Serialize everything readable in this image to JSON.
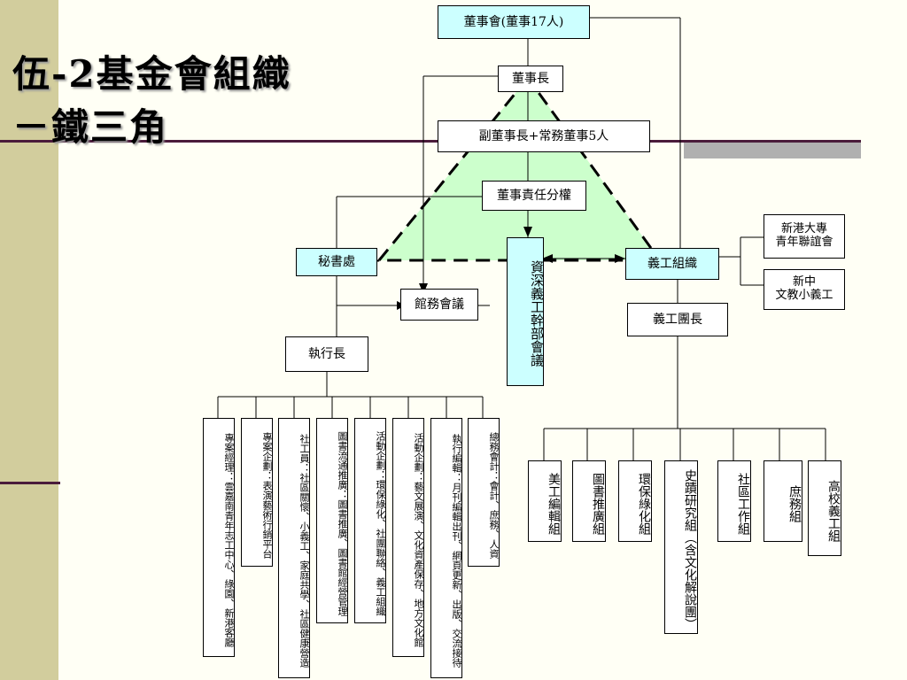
{
  "slide": {
    "title_line1": "伍-2基金會組織",
    "title_line2": "－鐵三角"
  },
  "org": {
    "board": "董事會(董事17人)",
    "chairman": "董事長",
    "vice": "副董事長+常務董事5人",
    "responsibility": "董事責任分權",
    "secretariat": "秘書處",
    "senior_meeting": "資深義工幹部會議",
    "volunteer_org": "義工組織",
    "hall_meeting": "館務會議",
    "ceo": "執行長",
    "volunteer_leader": "義工團長",
    "partner1": "新港大專\n青年聯誼會",
    "partner2_line1": "新中",
    "partner2_line2": "文教小義工",
    "staff_roles": [
      "專案經理：雲嘉南青年志工中心、綠園、新港客廳",
      "專案企劃：表演藝術行銷平台",
      "社工員：社區關懷、小義工、家庭共學、社區健康營造",
      "圖書流通推廣：圖書推廣、圖書館經營管理",
      "活動企劃：環保綠化、社團聯絡、義工組織",
      "活動企劃：藝文展演、文化資產保存、地方文化館",
      "執行編輯：月刊編輯出刊、網頁更新、出版、交流接待",
      "總務會計：會計、庶務、人資"
    ],
    "volunteer_groups": [
      "美工編輯組",
      "圖書推廣組",
      "環保綠化組",
      "史蹟研究組（含文化解說團）",
      "社區工作組",
      "庶務組",
      "高校義工組"
    ]
  },
  "colors": {
    "triangle_fill": "#ccffcc",
    "highlight_box": "#ccffff",
    "sidebar": "#d2cd9d",
    "rule": "#4b1c3b"
  }
}
